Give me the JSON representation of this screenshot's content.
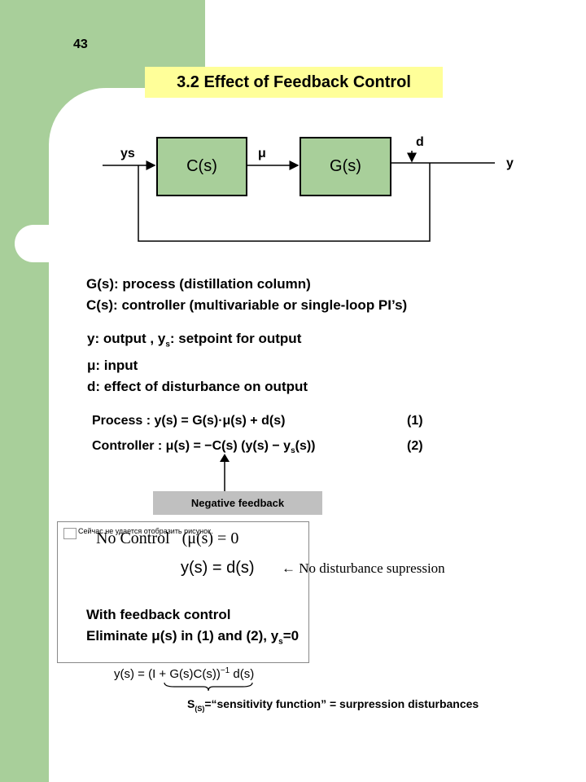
{
  "page_number": "43",
  "title": "3.2 Effect of Feedback Control",
  "diagram": {
    "controller": "C(s)",
    "process": "G(s)",
    "setpoint": "ys",
    "input": "μ",
    "disturbance": "d",
    "output": "y"
  },
  "definitions": [
    "G(s): process (distillation column)",
    "C(s): controller (multivariable or single-loop PI’s)"
  ],
  "variables": {
    "line1_a": "y: output , y",
    "line1_sub": "s",
    "line1_b": ": setpoint for output",
    "line2": "μ: input",
    "line3": "d: effect of disturbance on output"
  },
  "equations": {
    "process_label": "Process :",
    "process_expr": "y(s) = G(s)·μ(s) + d(s)",
    "process_num": "(1)",
    "controller_label": "Controller :",
    "controller_expr": "μ(s) = −C(s)  (y(s) − y",
    "controller_sub": "s",
    "controller_end": "(s))",
    "controller_num": "(2)"
  },
  "negative_feedback": "Negative feedback",
  "no_control": {
    "broken_image_message": "Сейчас не удается отобразить рисунок.",
    "heading": "No  Control",
    "condition": "(μ(s) = 0",
    "result": "y(s) = d(s)",
    "note": "← No   disturbance   supression"
  },
  "feedback": {
    "line1": "With feedback control",
    "line2_a": "Eliminate μ(s) in (1) and (2), y",
    "line2_sub": "s",
    "line2_b": "=0"
  },
  "closed_loop": {
    "lhs": "y(s) = (I + G(s)C(s))",
    "exp": "−1",
    "rhs": " d(s)"
  },
  "sensitivity": {
    "s": "S",
    "sub": "(S)",
    "rest": "=“sensitivity function” = surpression disturbances"
  }
}
